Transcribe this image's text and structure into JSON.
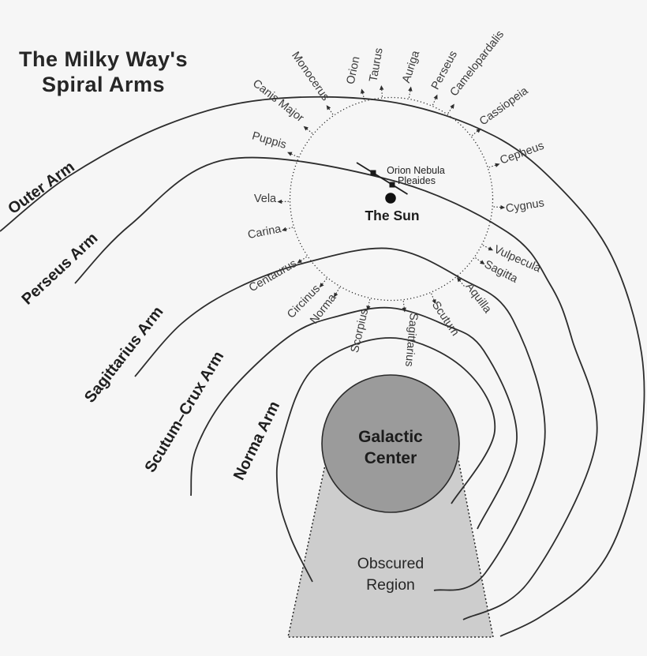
{
  "title": {
    "line1": "The Milky Way's",
    "line2": "Spiral Arms"
  },
  "arms": [
    {
      "name": "Outer Arm"
    },
    {
      "name": "Perseus Arm"
    },
    {
      "name": "Sagittarius Arm"
    },
    {
      "name": "Scutum–Crux Arm"
    },
    {
      "name": "Norma Arm"
    }
  ],
  "constellations": [
    "Canis Major",
    "Monocerus",
    "Orion",
    "Taurus",
    "Auriga",
    "Perseus",
    "Camelopardalis",
    "Cassiopeia",
    "Cepheus",
    "Cygnus",
    "Vulpecula",
    "Sagitta",
    "Aquilla",
    "Scutum",
    "Sagittarius",
    "Scorpius",
    "Norma",
    "Circinus",
    "Centaurus",
    "Carina",
    "Vela",
    "Puppis"
  ],
  "sun": {
    "label": "The Sun"
  },
  "markers": {
    "orion_nebula": "Orion Nebula",
    "pleaides": "Pleaides"
  },
  "galactic_center": {
    "line1": "Galactic",
    "line2": "Center"
  },
  "obscured_region": {
    "line1": "Obscured",
    "line2": "Region"
  },
  "colors": {
    "background": "#f6f6f6",
    "line": "#2d2d2d",
    "galactic_center_fill": "#9b9b9b",
    "obscured_fill": "#cdcdcd",
    "text": "#2a2a2a"
  }
}
